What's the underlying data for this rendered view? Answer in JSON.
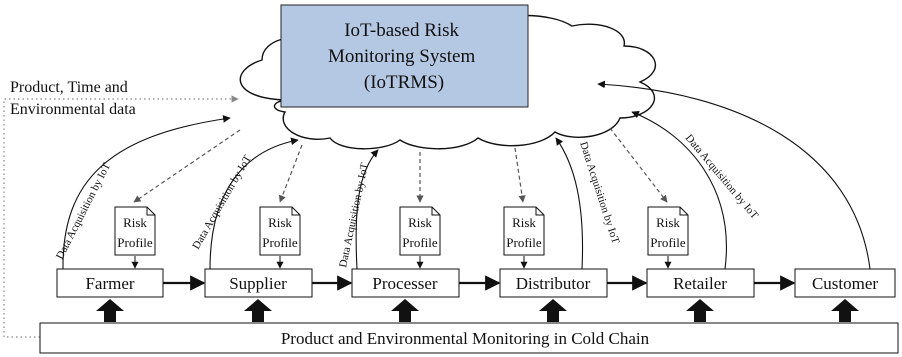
{
  "system": {
    "title_lines": [
      "IoT-based Risk",
      "Monitoring System",
      "(IoTRMS)"
    ]
  },
  "side_note": {
    "lines": [
      "Product, Time and",
      "Environmental data"
    ]
  },
  "acquisition_label": "Data Acquisition by IoT",
  "risk_profile_lines": [
    "Risk",
    "Profile"
  ],
  "stages": [
    {
      "label": "Farmer"
    },
    {
      "label": "Supplier"
    },
    {
      "label": "Processer"
    },
    {
      "label": "Distributor"
    },
    {
      "label": "Retailer"
    },
    {
      "label": "Customer"
    }
  ],
  "monitoring_bar": {
    "label": "Product and Environmental Monitoring in Cold Chain"
  },
  "colors": {
    "system_fill": "#b4c8e4",
    "line": "#111111",
    "dashed": "#555555",
    "dotted": "#888888"
  }
}
